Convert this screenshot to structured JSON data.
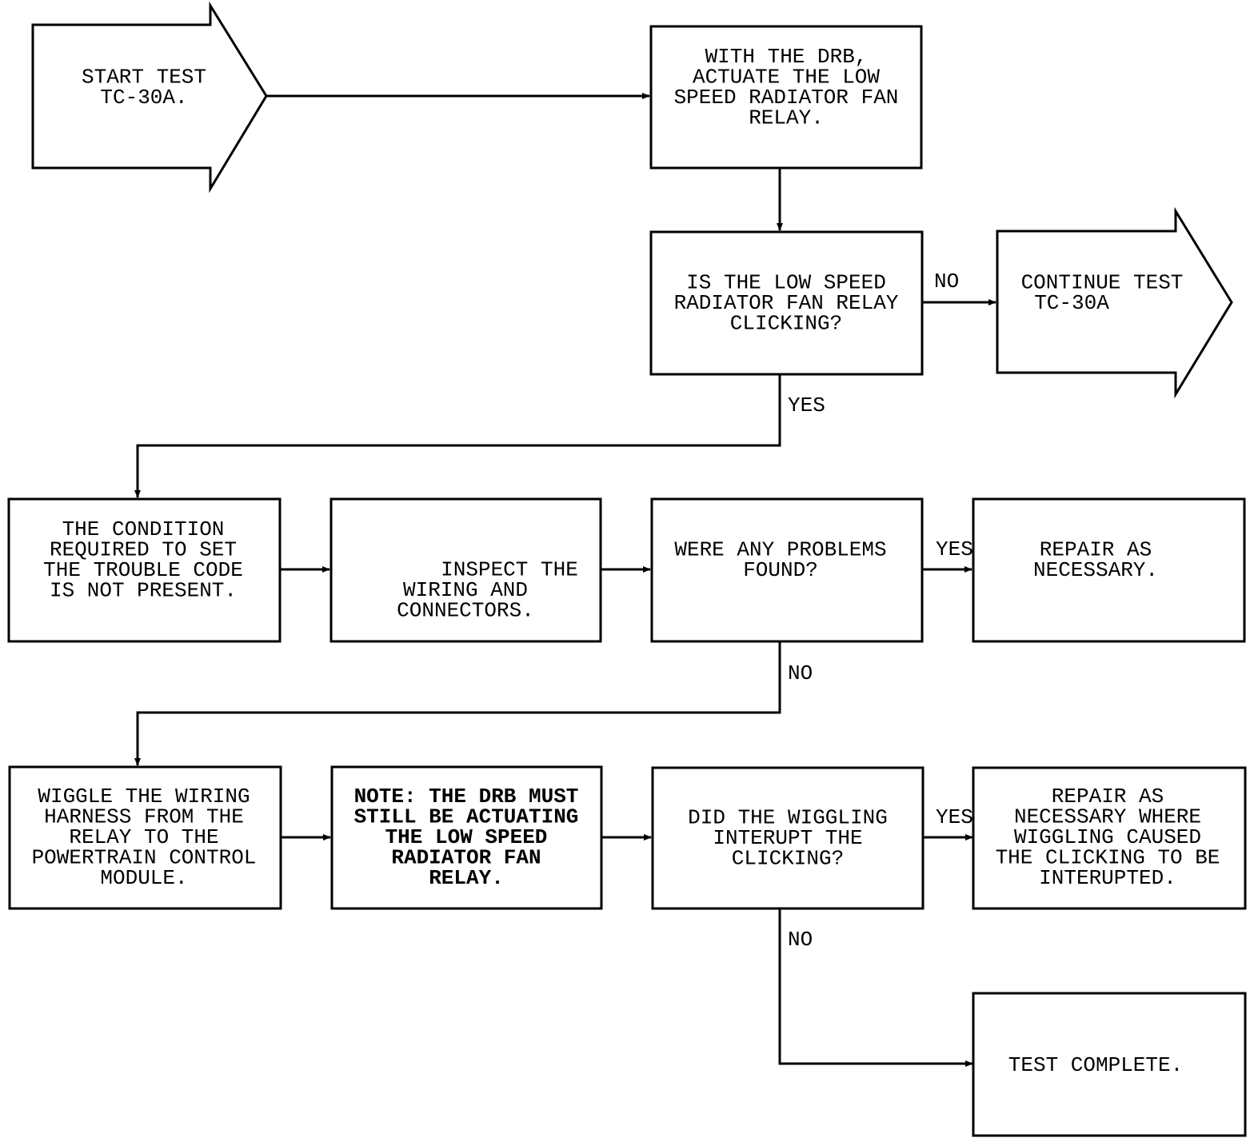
{
  "nodes": {
    "start": {
      "lines": [
        "START TEST",
        "TC-30A."
      ]
    },
    "actuate": {
      "lines": [
        "WITH THE DRB,",
        "ACTUATE THE LOW",
        "SPEED RADIATOR FAN",
        "RELAY."
      ]
    },
    "q_clicking": {
      "lines": [
        "IS THE LOW SPEED",
        "RADIATOR FAN RELAY",
        "CLICKING?"
      ]
    },
    "continue": {
      "lines": [
        "CONTINUE TEST",
        "TC-30A"
      ]
    },
    "condition": {
      "lines": [
        "THE CONDITION",
        "REQUIRED TO SET",
        "THE TROUBLE CODE",
        "IS NOT PRESENT."
      ]
    },
    "inspect": {
      "lines": [
        "INSPECT THE",
        "WIRING AND",
        "CONNECTORS."
      ]
    },
    "q_problems": {
      "lines": [
        "WERE ANY PROBLEMS",
        "FOUND?"
      ]
    },
    "repair1": {
      "lines": [
        "REPAIR AS",
        "NECESSARY."
      ]
    },
    "wiggle": {
      "lines": [
        "WIGGLE THE WIRING",
        "HARNESS FROM THE",
        "RELAY TO THE",
        "POWERTRAIN CONTROL",
        "MODULE."
      ]
    },
    "note": {
      "lines": [
        "NOTE: THE DRB MUST",
        "STILL BE ACTUATING",
        "THE LOW SPEED",
        "RADIATOR FAN",
        "RELAY."
      ]
    },
    "q_wiggling": {
      "lines": [
        "DID THE WIGGLING",
        "INTERUPT THE",
        "CLICKING?"
      ]
    },
    "repair2": {
      "lines": [
        "REPAIR AS",
        "NECESSARY WHERE",
        "WIGGLING CAUSED",
        "THE CLICKING TO BE",
        "INTERUPTED."
      ]
    },
    "complete": {
      "lines": [
        "TEST COMPLETE."
      ]
    }
  },
  "edge_labels": {
    "clicking_no": "NO",
    "clicking_yes": "YES",
    "problems_yes": "YES",
    "problems_no": "NO",
    "wiggling_yes": "YES",
    "wiggling_no": "NO"
  }
}
